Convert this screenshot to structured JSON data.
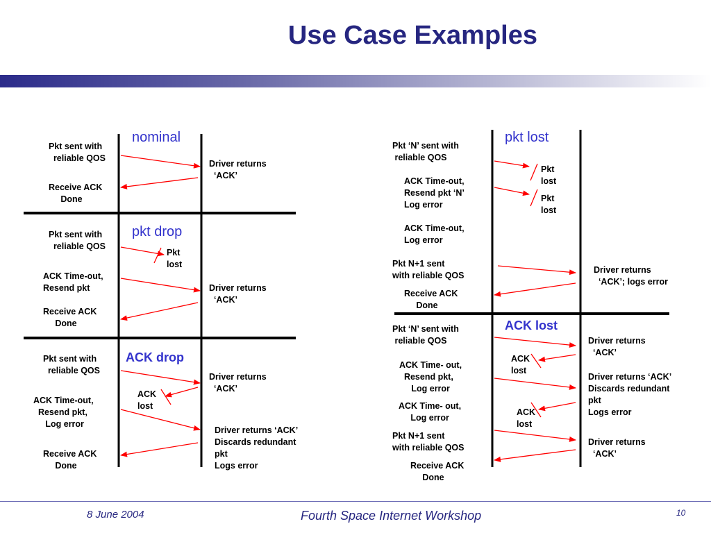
{
  "slide": {
    "title": "Use Case Examples",
    "footer": {
      "date": "8 June 2004",
      "workshop": "Fourth Space Internet Workshop",
      "page": "10"
    }
  },
  "colors": {
    "title": "#262680",
    "section": "#3333cc",
    "arrow": "#ff0000",
    "line": "#000000"
  },
  "left": {
    "nominal": {
      "heading": "nominal",
      "t1": "Pkt sent with\n  reliable QOS",
      "t2": "Driver returns\n  ‘ACK’",
      "t3": "Receive ACK\n     Done"
    },
    "pkt_drop": {
      "heading": "pkt drop",
      "t1": "Pkt sent with\n  reliable QOS",
      "t2": "Pkt\nlost",
      "t3": "ACK Time-out,\nResend pkt",
      "t4": "Driver returns\n  ‘ACK’",
      "t5": "Receive ACK\n     Done"
    },
    "ack_drop": {
      "heading": "ACK drop",
      "t1": "Pkt sent with\n  reliable QOS",
      "t2": "Driver returns\n  ‘ACK’",
      "t3": "ACK\nlost",
      "t4": "ACK Time-out,\n  Resend pkt,\n     Log error",
      "t5": "Driver returns ‘ACK’\nDiscards redundant\npkt\nLogs error",
      "t6": "Receive ACK\n     Done"
    }
  },
  "right": {
    "pkt_lost": {
      "heading": "pkt lost",
      "t1": "Pkt ‘N’ sent with\n reliable QOS",
      "t2": "Pkt\nlost",
      "t3": "ACK Time-out,\nResend pkt ‘N’\nLog error",
      "t4": "Pkt\nlost",
      "t5": "ACK Time-out,\nLog error",
      "t6": "Pkt N+1 sent\nwith reliable QOS",
      "t7": "Driver returns\n  ‘ACK’; logs error",
      "t8": "Receive ACK\n     Done"
    },
    "ack_lost": {
      "heading": "ACK lost",
      "t1": "Pkt ‘N’ sent with\n reliable QOS",
      "t2": "Driver returns\n  ‘ACK’",
      "t3": "ACK\nlost",
      "t4": "ACK Time- out,\n  Resend pkt,\n     Log error",
      "t5": "Driver returns ‘ACK’\nDiscards redundant\npkt\nLogs error",
      "t6": "ACK Time- out,\n     Log error",
      "t7": "ACK\nlost",
      "t8": "Pkt N+1 sent\nwith reliable QOS",
      "t9": "Driver returns\n  ‘ACK’",
      "t10": "Receive ACK\n     Done"
    }
  }
}
